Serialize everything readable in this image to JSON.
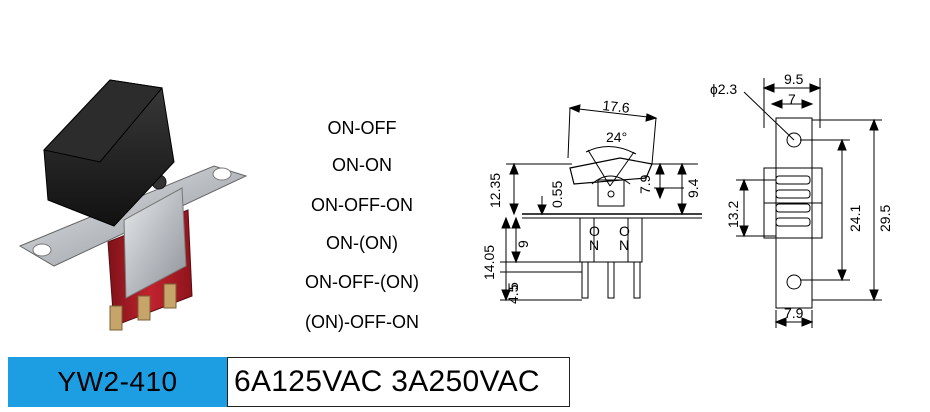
{
  "switch_modes": [
    "ON-OFF",
    "ON-ON",
    "ON-OFF-ON",
    "ON-(ON)",
    "ON-OFF-(ON)",
    "(ON)-OFF-ON"
  ],
  "dimensions": {
    "side": {
      "total_width": "17.6",
      "angle": "24°",
      "gap": "0.55",
      "rocker_height": "12.35",
      "housing_depth": "14.05",
      "depth_9": "9",
      "terminal_5": "5",
      "terminal_45": "4.5",
      "height_79": "7.9",
      "height_94": "9.4",
      "contact_left_label": [
        "O",
        "N"
      ],
      "contact_right_label": [
        "O",
        "N"
      ]
    },
    "front": {
      "hole_diameter": "ɸ2.3",
      "width_95": "9.5",
      "width_7": "7",
      "height_132": "13.2",
      "height_241": "24.1",
      "height_295": "29.5",
      "bottom_width": "7.9"
    }
  },
  "model": "YW2-410",
  "rating": "6A125VAC 3A250VAC",
  "colors": {
    "model_bg": "#1d9ee2",
    "rocker_black": "#1a1a1a",
    "housing_red": "#b8202a",
    "bracket_metal": "#c9ccd0"
  }
}
